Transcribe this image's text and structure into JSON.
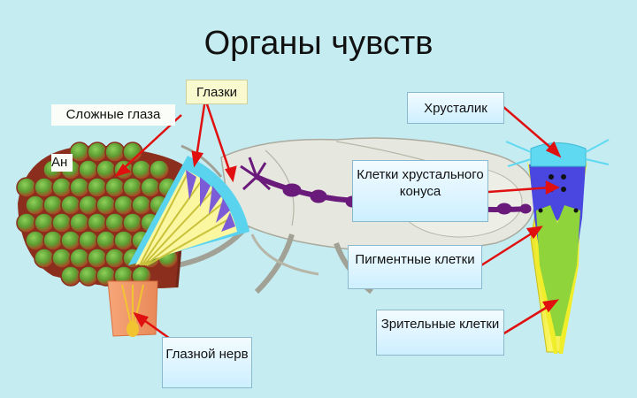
{
  "title": "Органы чувств",
  "labels": {
    "compound_eyes": "Сложные глаза",
    "ocelli": "Глазки",
    "antennae_partial": "Ан",
    "lens": "Хрусталик",
    "cone_cells": "Клетки хрустального конуса",
    "pigment_cells": "Пигментные клетки",
    "optic_nerve": "Глазной нерв",
    "visual_cells": "Зрительные клетки"
  },
  "colors": {
    "background": "#c5ecf1",
    "arrow": "#e01010",
    "ommatidium_green": "#6fae3c",
    "ommatidium_red": "#c0392b",
    "lens_cyan": "#5fd9f2",
    "cone_blue": "#4a46e0",
    "pigment_green": "#8ed43a",
    "visual_yellow": "#f0ee2a",
    "nerve_purple": "#6a1a7a"
  }
}
